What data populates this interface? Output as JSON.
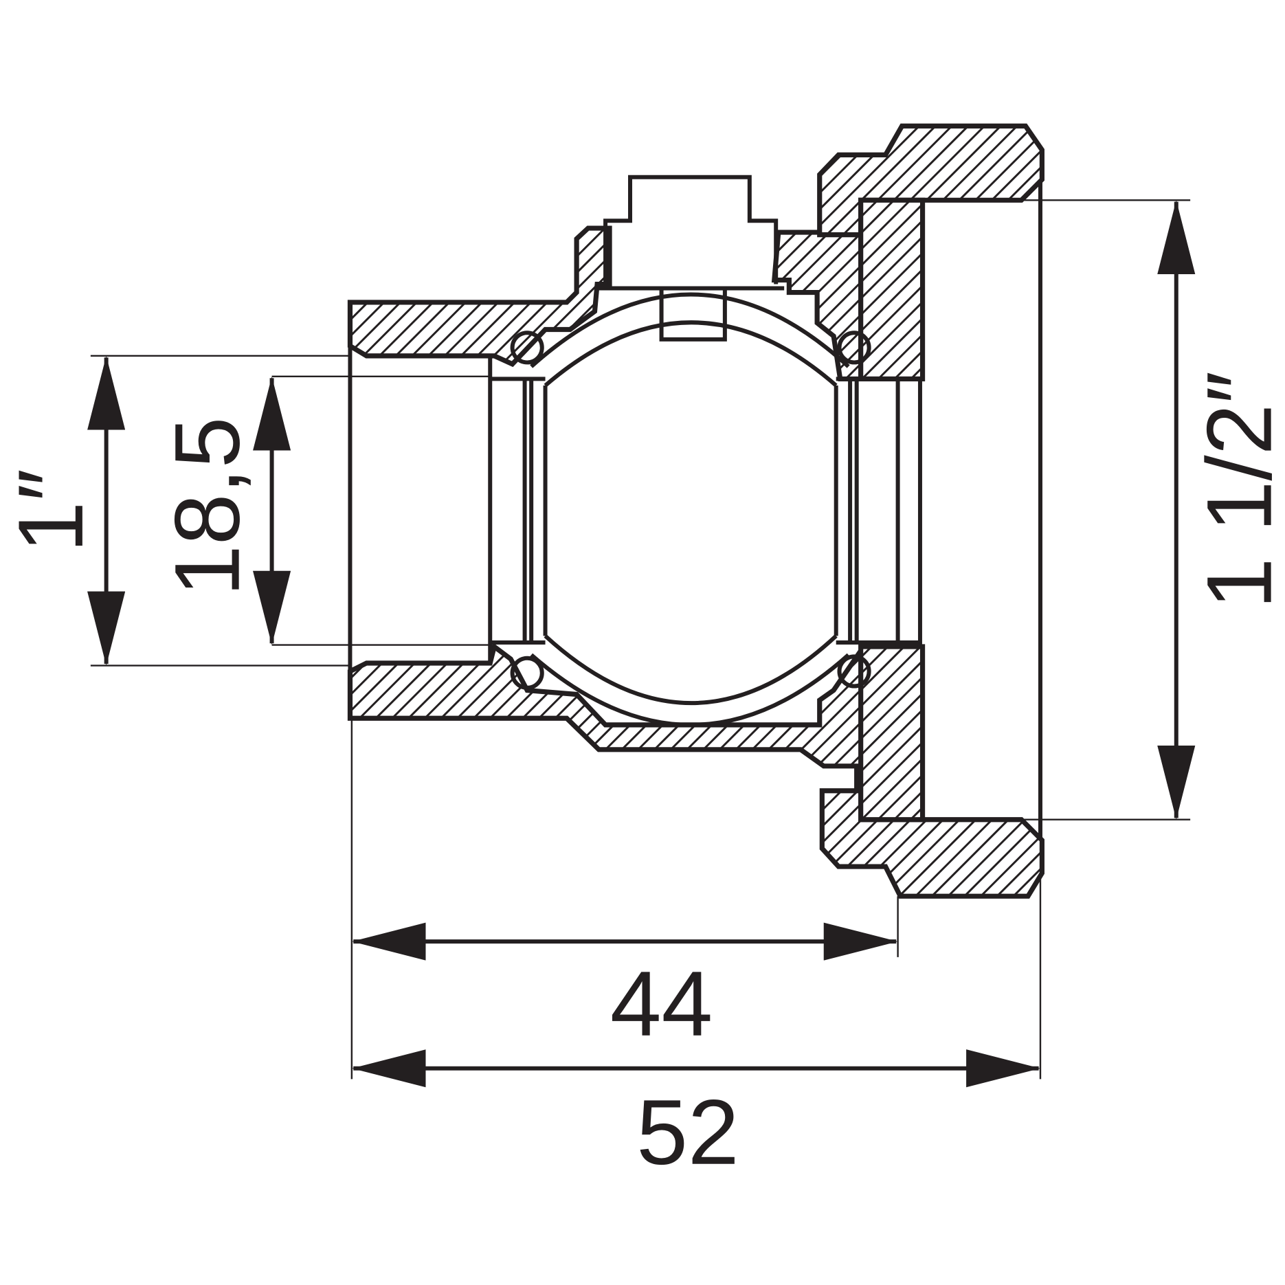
{
  "drawing": {
    "title": "Ball valve cross-section with union nut",
    "dimensions": {
      "thread_left": "1″",
      "bore": "18,5",
      "thread_right": "1 1/2″",
      "length_body": "44",
      "length_total": "52"
    },
    "colors": {
      "line": "#231f20",
      "background": "#ffffff"
    }
  }
}
